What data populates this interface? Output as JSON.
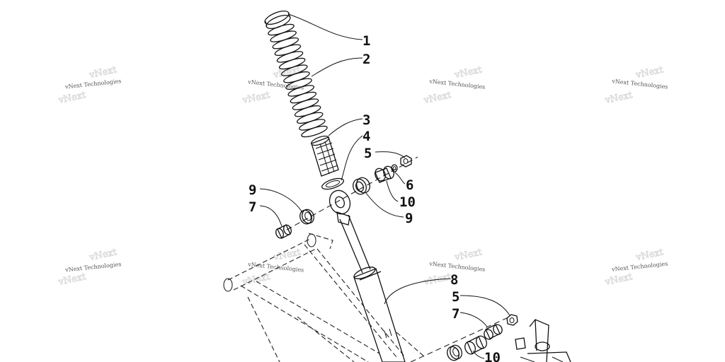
{
  "diagram": {
    "callouts": [
      "1",
      "2",
      "3",
      "4",
      "5",
      "6",
      "10",
      "9",
      "9",
      "7",
      "8",
      "5",
      "7",
      "10"
    ],
    "watermark": {
      "text": "vNext Technologies",
      "shadow": "vNext"
    }
  }
}
